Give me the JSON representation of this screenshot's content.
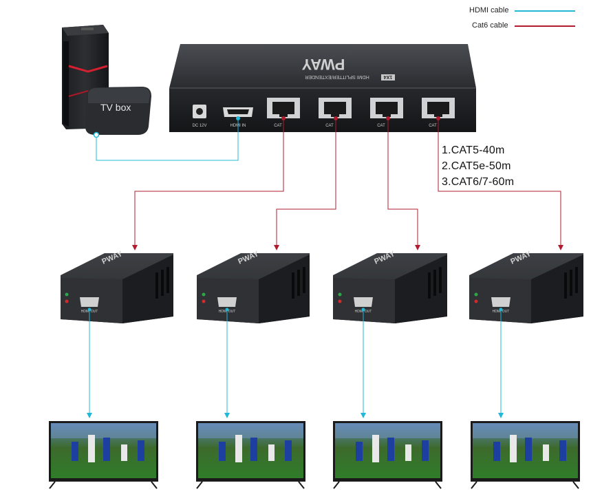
{
  "legend": {
    "hdmi_label": "HDMI cable",
    "hdmi_color": "#1fb8d6",
    "cat6_label": "Cat6 cable",
    "cat6_color": "#b01c2e"
  },
  "source": {
    "tvbox_label": "TV box"
  },
  "splitter": {
    "brand": "PWAY",
    "model": "HDMI SPLITTER/EXTENDER",
    "badge": "1X4",
    "port_dc": "DC 12V",
    "port_hdmi_in": "HDMI IN",
    "port_cat": [
      "CAT",
      "CAT",
      "CAT",
      "CAT"
    ]
  },
  "cable_specs": [
    "1.CAT5-40m",
    "2.CAT5e-50m",
    "3.CAT6/7-60m"
  ],
  "receivers": [
    {
      "brand": "PWAY",
      "port": "HDMI OUT"
    },
    {
      "brand": "PWAY",
      "port": "HDMI OUT"
    },
    {
      "brand": "PWAY",
      "port": "HDMI OUT"
    },
    {
      "brand": "PWAY",
      "port": "HDMI OUT"
    }
  ]
}
